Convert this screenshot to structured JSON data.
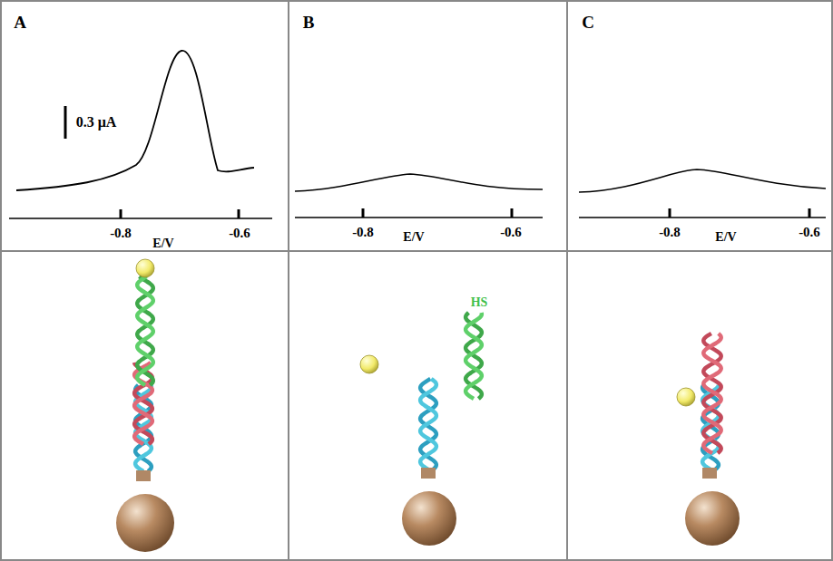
{
  "diagram": {
    "labels": [
      "A",
      "0.3 μA",
      "-0.8",
      "-0.6",
      "E/V",
      "B",
      "-0.8",
      "E/V",
      "-0.6",
      "HS",
      "C",
      "-0.8",
      "E/V",
      "-0.6"
    ]
  }
}
